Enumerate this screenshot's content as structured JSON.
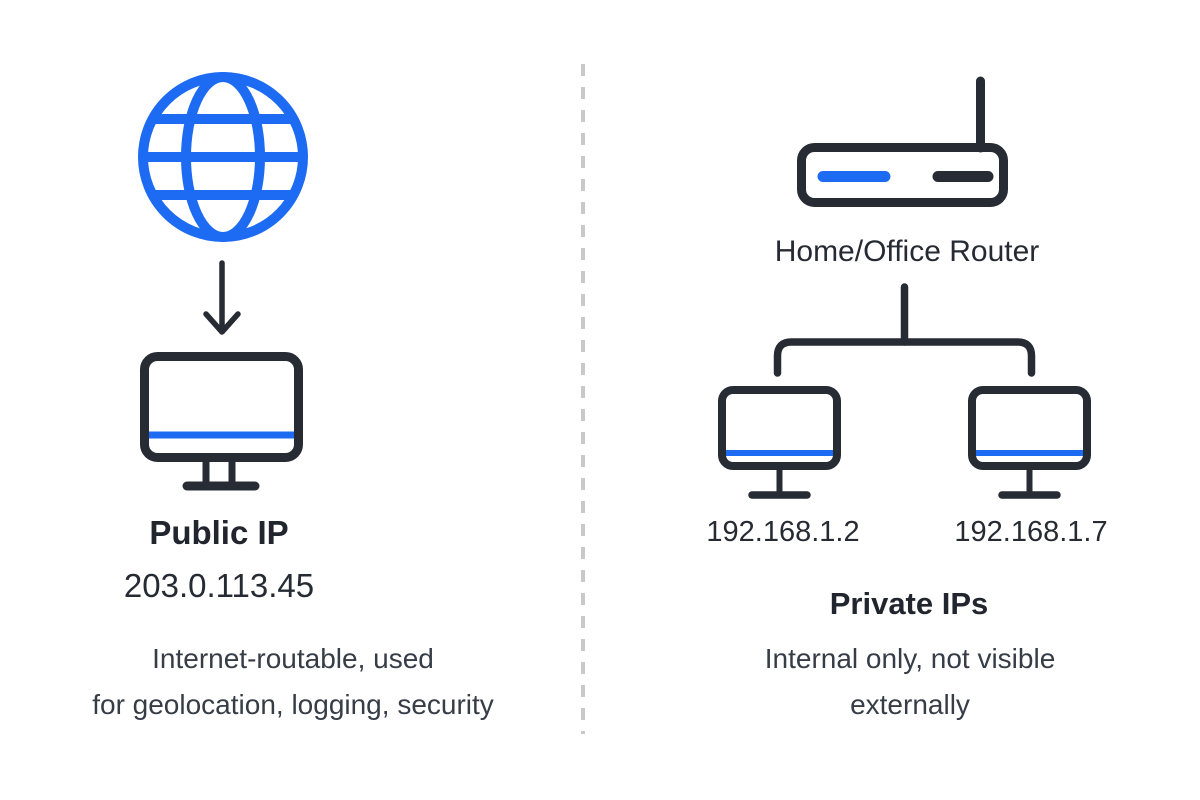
{
  "colors": {
    "accent_blue": "#1d6bf3",
    "ink": "#272c34",
    "secondary_text": "#363d46",
    "divider_gray": "#c9c9c9"
  },
  "left_panel": {
    "title": "Public IP",
    "ip_address": "203.0.113.45",
    "description_line1": "Internet-routable, used",
    "description_line2": "for geolocation, logging, security",
    "icons": [
      "globe-icon",
      "down-arrow-icon",
      "desktop-monitor-icon"
    ]
  },
  "right_panel": {
    "router_label": "Home/Office Router",
    "devices": [
      {
        "ip": "192.168.1.2"
      },
      {
        "ip": "192.168.1.7"
      }
    ],
    "title": "Private IPs",
    "description_line1": "Internal only, not visible",
    "description_line2": "externally",
    "icons": [
      "wifi-router-icon",
      "branch-connector",
      "desktop-monitor-icon",
      "desktop-monitor-icon"
    ]
  }
}
